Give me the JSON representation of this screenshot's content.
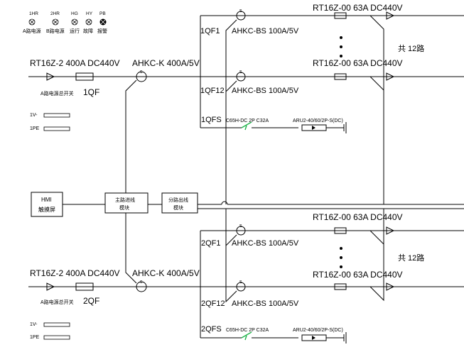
{
  "indicators": [
    {
      "code": "1HR",
      "name": "A路电源"
    },
    {
      "code": "2HR",
      "name": "B路电源"
    },
    {
      "code": "HG",
      "name": "运行"
    },
    {
      "code": "HY",
      "name": "故障"
    },
    {
      "code": "PB",
      "name": "报警"
    }
  ],
  "upper": {
    "fuse_label": "RT16Z-2 400A DC440V",
    "ct_label": "AHKC-K 400A/5V",
    "switch_label": "A路电源总开关",
    "switch_id": "1QF",
    "branches": [
      {
        "id": "1QF1",
        "model": "AHKC-BS 100A/5V",
        "fuse": "RT16Z-00 63A  DC440V"
      },
      {
        "id": "1QF12",
        "model": "AHKC-BS 100A/5V",
        "fuse": "RT16Z-00 63A  DC440V"
      }
    ],
    "total_label": "共 12路",
    "qfs_id": "1QFS",
    "qfs_breaker": "C65H-DC 2P C32A",
    "qfs_arrester": "ARU2-40/60/2P-S(DC)",
    "bus_v": "1V-",
    "bus_pe": "1PE"
  },
  "lower": {
    "fuse_label": "RT16Z-2 400A DC440V",
    "ct_label": "AHKC-K 400A/5V",
    "switch_label": "A路电源总开关",
    "switch_id": "2QF",
    "branches": [
      {
        "id": "2QF1",
        "model": "AHKC-BS 100A/5V",
        "fuse": "RT16Z-00 63A  DC440V"
      },
      {
        "id": "2QF12",
        "model": "AHKC-BS 100A/5V",
        "fuse": "RT16Z-00 63A  DC440V"
      }
    ],
    "total_label": "共 12路",
    "qfs_id": "2QFS",
    "qfs_breaker": "C65H-DC 2P C32A",
    "qfs_arrester": "ARU2-40/60/2P-S(DC)",
    "bus_v": "1V-",
    "bus_pe": "1PE"
  },
  "modules": {
    "hmi_line1": "HMI",
    "hmi_line2": "触摸屏",
    "main_in_line1": "主路进线",
    "main_in_line2": "模块",
    "branch_out_line1": "分路出线",
    "branch_out_line2": "模块"
  }
}
